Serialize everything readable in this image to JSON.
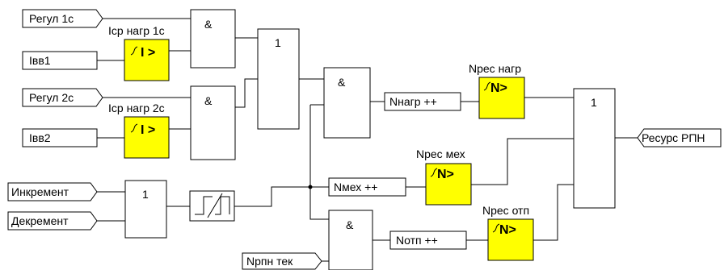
{
  "inputs": {
    "regul1": "Регул 1с",
    "ivv1": "Iвв1",
    "regul2": "Регул 2с",
    "ivv2": "Iвв2",
    "increment": "Инкремент",
    "decrement": "Декремент",
    "nrpn": "Nрпн тек"
  },
  "blocks": {
    "icp1": "Iср нагр 1с",
    "icp2": "Iср нагр 2с",
    "comp_i": "I >",
    "comp_n": "N>",
    "nres_nagr": "Nрес нагр",
    "nres_mex": "Nрес мех",
    "nres_otp": "Nрес отп",
    "n_nagr": "Nнагр ++",
    "n_mex": "Nмех ++",
    "n_otp": "Nотп ++"
  },
  "gates": {
    "and": "&",
    "or": "1"
  },
  "output": "Ресурс РПН"
}
